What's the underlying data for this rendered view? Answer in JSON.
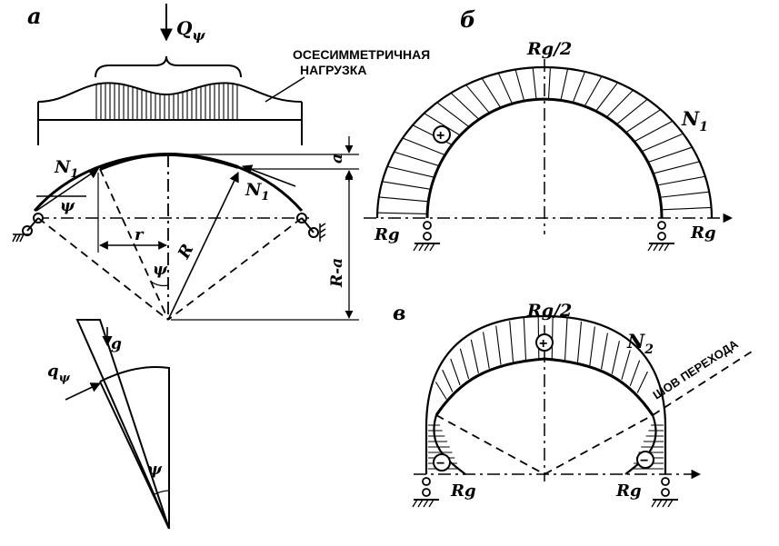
{
  "panel_a": {
    "tag": "а",
    "load_label": "Q",
    "load_sub": "ψ",
    "note_line1": "ОСЕСИММЕТРИЧНАЯ",
    "note_line2": "НАГРУЗКА",
    "n1_left": "N",
    "n1_left_sub": "1",
    "n1_right": "N",
    "n1_right_sub": "1",
    "psi_left": "ψ",
    "r_label": "r",
    "psi_mid": "ψ",
    "R_label": "R",
    "a_label": "a",
    "R_minus_a": "R-a",
    "g_label": "g",
    "q_label": "q",
    "q_sub": "ψ",
    "psi_bottom": "ψ"
  },
  "panel_b": {
    "tag": "б",
    "top_label": "Rg/2",
    "plus_sign": "+",
    "n_label": "N",
    "n_sub": "1",
    "left_label": "Rg",
    "right_label": "Rg"
  },
  "panel_v": {
    "tag": "в",
    "top_label": "Rg/2",
    "plus_sign": "+",
    "n_label": "N",
    "n_sub": "2",
    "seam_label": "ШОВ ПЕРЕХОДА",
    "left_minus": "−",
    "right_minus": "−",
    "left_label": "Rg",
    "right_label": "Rg"
  }
}
